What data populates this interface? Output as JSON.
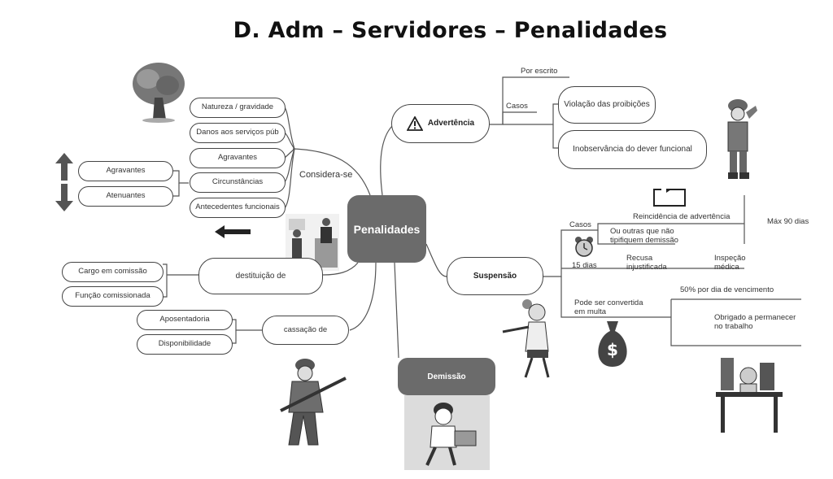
{
  "title": "D. Adm – Servidores – Penalidades",
  "center": "Penalidades",
  "considera": {
    "label": "Considera-se",
    "items": [
      "Natureza / gravidade",
      "Danos aos serviços púb",
      "Agravantes",
      "Circunstâncias",
      "Antecedentes funcionais"
    ],
    "circunstancias": [
      "Agravantes",
      "Atenuantes"
    ]
  },
  "destituicao": {
    "label": "destituição de",
    "items": [
      "Cargo em comissão",
      "Função comissionada"
    ]
  },
  "cassacao": {
    "label": "cassação de",
    "items": [
      "Aposentadoria",
      "Disponibilidade"
    ]
  },
  "advertencia": {
    "label": "Advertência",
    "por_escrito": "Por escrito",
    "casos": "Casos",
    "items": [
      "Violação das proibições",
      "Inobservância do dever funcional"
    ]
  },
  "suspensao": {
    "label": "Suspensão",
    "casos": "Casos",
    "reincidencia": "Reincidência de advertência",
    "outras": "Ou outras que não tipifiquem demissão",
    "max": "Máx 90 dias",
    "dias": "15 dias",
    "recusa": "Recusa injustificada",
    "inspecao": "Inspeção médica",
    "multa": "Pode ser convertida em multa",
    "vencimento": "50% por dia de vencimento",
    "obrigado": "Obrigado a permanecer no trabalho"
  },
  "demissao": {
    "label": "Demissão"
  },
  "colors": {
    "node_dark": "#6b6b6b",
    "line": "#555555"
  },
  "icons": [
    "tree-icon",
    "arrow-up-icon",
    "arrow-down-icon",
    "arrow-left-icon",
    "office-workers-icon",
    "soldier-salute-icon",
    "hunter-icon",
    "alarm-clock-icon",
    "money-bag-icon",
    "warning-icon",
    "angry-person-icon",
    "fired-worker-icon",
    "busy-desk-icon"
  ]
}
